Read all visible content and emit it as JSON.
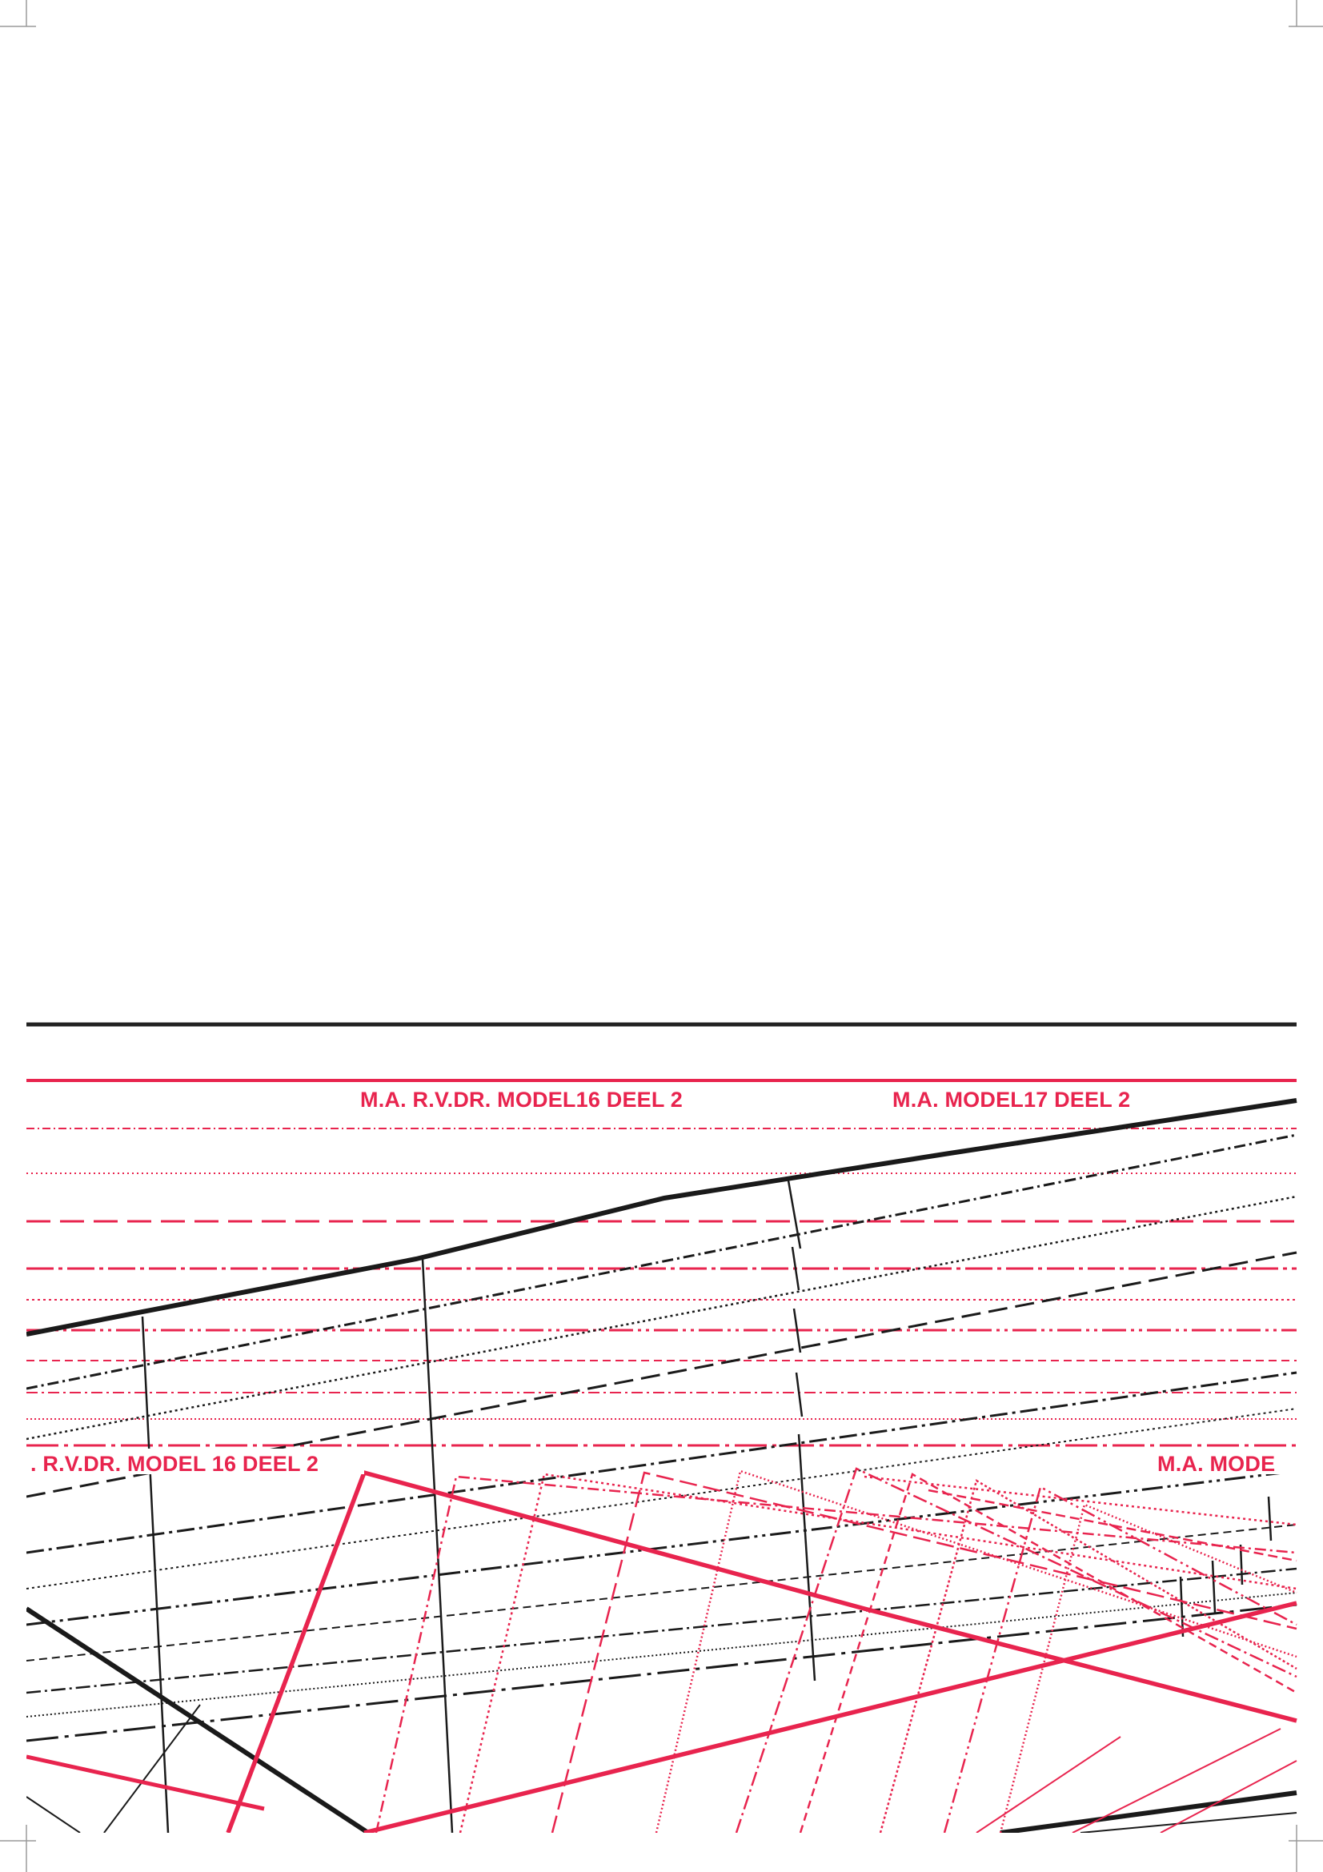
{
  "document": {
    "type": "sewing-pattern-sheet",
    "labels": {
      "top_left": "M.A. R.V.DR. MODEL16 DEEL 2",
      "top_right": "M.A. MODEL17 DEEL 2",
      "mid_left": ". R.V.DR. MODEL 16 DEEL 2",
      "mid_right": "M.A. MODE"
    },
    "colors": {
      "red": "#e8244e",
      "black": "#1a1a1a",
      "rule": "#222222",
      "crop_marks": "#9a9a9a"
    }
  }
}
